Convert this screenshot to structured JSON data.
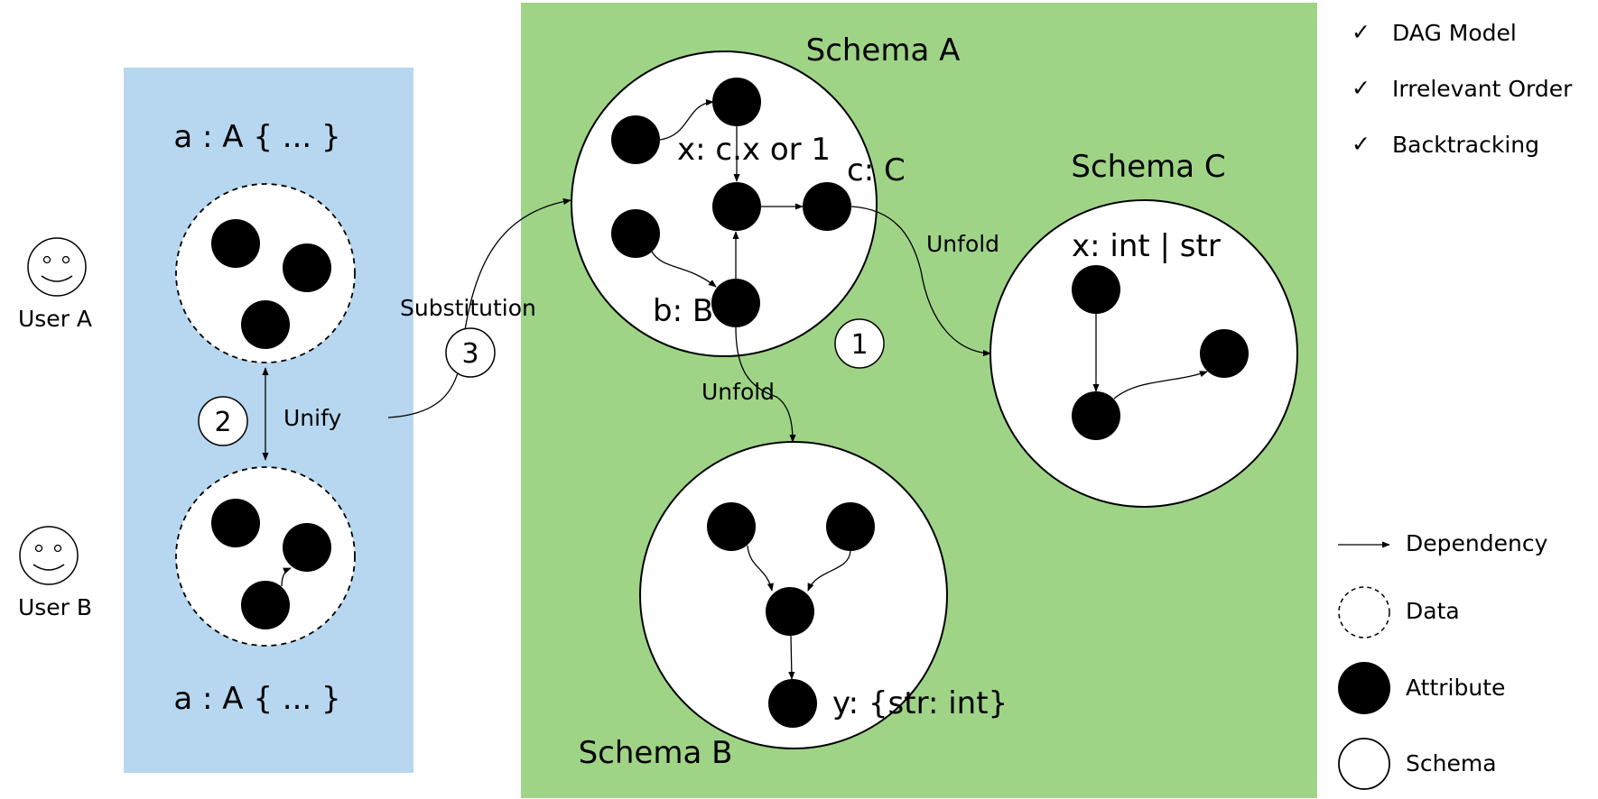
{
  "users": {
    "a": "User A",
    "b": "User B"
  },
  "data_panel": {
    "top_label": "a : A { ... }",
    "bottom_label": "a : A { ... }",
    "unify_label": "Unify",
    "step_unify": "2"
  },
  "substitution": {
    "label": "Substitution",
    "step": "3"
  },
  "schema_a": {
    "title": "Schema A",
    "x_label": "x: c.x or 1",
    "c_label": "c: C",
    "b_label": "b: B",
    "step": "1"
  },
  "schema_b": {
    "title": "Schema B",
    "y_label": "y: {str: int}",
    "unfold_label": "Unfold"
  },
  "schema_c": {
    "title": "Schema C",
    "x_label": "x: int | str",
    "unfold_label": "Unfold"
  },
  "features": [
    "DAG Model",
    "Irrelevant Order",
    "Backtracking"
  ],
  "feature_mark": "✓",
  "legend": {
    "dependency": "Dependency",
    "data": "Data",
    "attribute": "Attribute",
    "schema": "Schema"
  },
  "colors": {
    "data_panel": "#b7d7f0",
    "schema_panel": "#9fd487",
    "attribute": "#000000",
    "schema": "#ffffff"
  }
}
